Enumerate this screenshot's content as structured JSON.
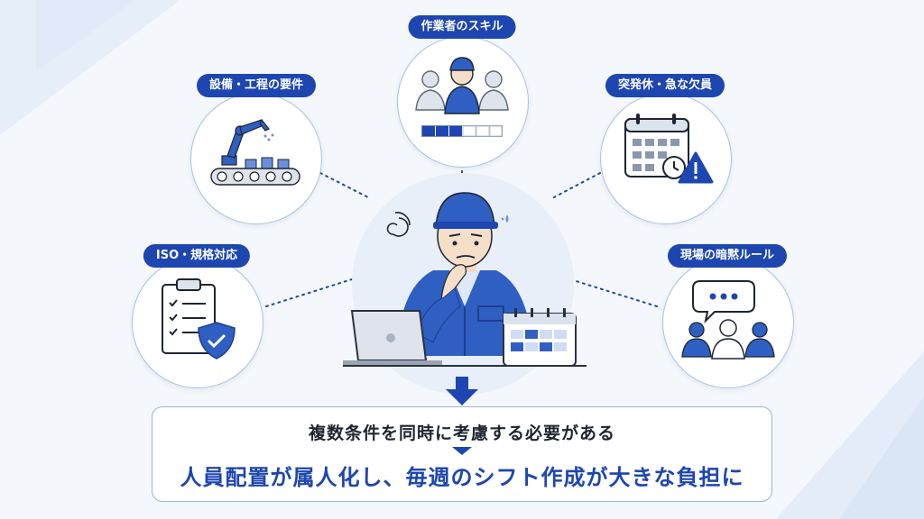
{
  "labels": {
    "skill": "作業者のスキル",
    "equipment": "設備・工程の要件",
    "absence": "突発休・急な欠員",
    "iso": "ISO・規格対応",
    "rules": "現場の暗黙ルール"
  },
  "conclusion": {
    "line1": "複数条件を同時に考慮する必要がある",
    "line2": "人員配置が属人化し、毎週のシフト作成が大きな負担に"
  },
  "skill_bar_segments": [
    "filled",
    "filled",
    "filled",
    "empty",
    "empty",
    "empty"
  ],
  "colors": {
    "primary": "#1d46b0",
    "accent": "#3a6fd8",
    "light": "#cfdcf3",
    "warning": "#1d46b0"
  },
  "icons": {
    "skill": "workers-icon",
    "equipment": "robot-arm-conveyor-icon",
    "absence": "calendar-alert-icon",
    "iso": "clipboard-shield-icon",
    "rules": "speech-bubble-group-icon",
    "center": "worried-worker-icon"
  }
}
